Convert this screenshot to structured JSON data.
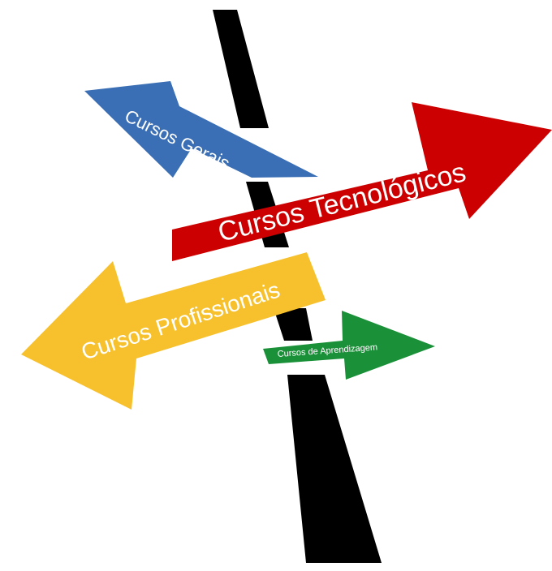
{
  "signpost": {
    "arrows": [
      {
        "id": "gerais",
        "label": "Cursos Gerais",
        "color": "#3b6fb5",
        "direction": "left"
      },
      {
        "id": "tecnologicos",
        "label": "Cursos Tecnológicos",
        "color": "#cc0000",
        "direction": "right"
      },
      {
        "id": "profissionais",
        "label": "Cursos Profissionais",
        "color": "#f6c12c",
        "direction": "left"
      },
      {
        "id": "aprendizagem",
        "label": "Cursos de Aprendizagem",
        "color": "#1a9139",
        "direction": "right"
      }
    ],
    "pole_color": "#000000"
  }
}
